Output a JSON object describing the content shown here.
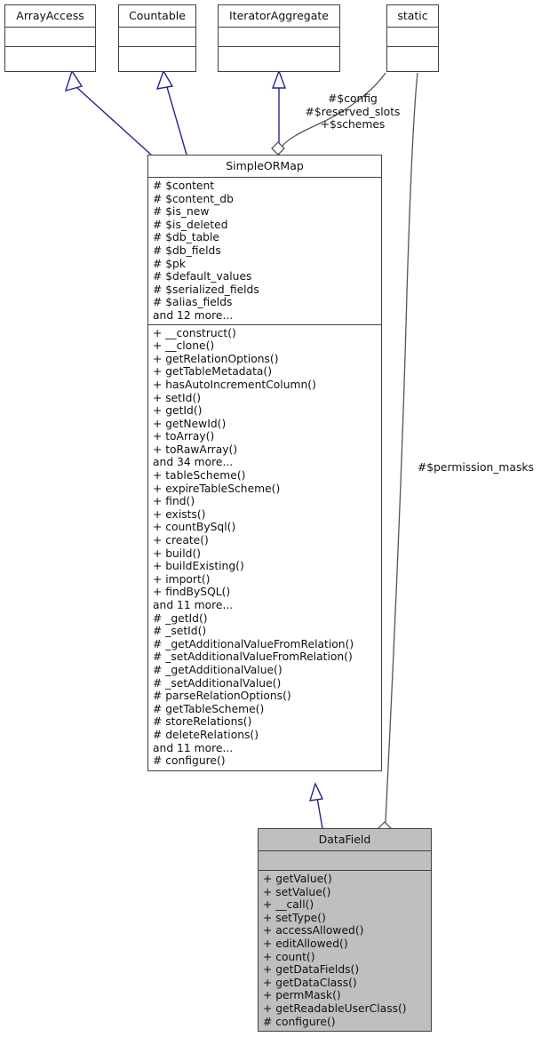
{
  "diagram": {
    "type": "uml-class-diagram",
    "colors": {
      "inheritance_arrow": "#24248f",
      "aggregation_line": "#555555",
      "class_border": "#404040",
      "class_fill_default": "#ffffff",
      "class_fill_highlight": "#bfbfbf",
      "text": "#101010",
      "background": "#ffffff"
    },
    "classes": [
      {
        "id": "arrayaccess",
        "name": "ArrayAccess",
        "attributes": [],
        "operations": [],
        "highlighted": false
      },
      {
        "id": "countable",
        "name": "Countable",
        "attributes": [],
        "operations": [],
        "highlighted": false
      },
      {
        "id": "iteratoraggregate",
        "name": "IteratorAggregate",
        "attributes": [],
        "operations": [],
        "highlighted": false
      },
      {
        "id": "static",
        "name": "static",
        "attributes": [],
        "operations": [],
        "highlighted": false
      },
      {
        "id": "simpleormap",
        "name": "SimpleORMap",
        "highlighted": false,
        "attributes": [
          "# $content",
          "# $content_db",
          "# $is_new",
          "# $is_deleted",
          "# $db_table",
          "# $db_fields",
          "# $pk",
          "# $default_values",
          "# $serialized_fields",
          "# $alias_fields",
          "and 12 more..."
        ],
        "operations": [
          "+ __construct()",
          "+ __clone()",
          "+ getRelationOptions()",
          "+ getTableMetadata()",
          "+ hasAutoIncrementColumn()",
          "+ setId()",
          "+ getId()",
          "+ getNewId()",
          "+ toArray()",
          "+ toRawArray()",
          "and 34 more...",
          "+ tableScheme()",
          "+ expireTableScheme()",
          "+ find()",
          "+ exists()",
          "+ countBySql()",
          "+ create()",
          "+ build()",
          "+ buildExisting()",
          "+ import()",
          "+ findBySQL()",
          "and 11 more...",
          "# _getId()",
          "# _setId()",
          "# _getAdditionalValueFromRelation()",
          "# _setAdditionalValueFromRelation()",
          "# _getAdditionalValue()",
          "# _setAdditionalValue()",
          "# parseRelationOptions()",
          "# getTableScheme()",
          "# storeRelations()",
          "# deleteRelations()",
          "and 11 more...",
          "# configure()"
        ]
      },
      {
        "id": "datafield",
        "name": "DataField",
        "highlighted": true,
        "attributes": [],
        "operations": [
          "+ getValue()",
          "+ setValue()",
          "+ __call()",
          "+ setType()",
          "+ accessAllowed()",
          "+ editAllowed()",
          "+ count()",
          "+ getDataFields()",
          "+ getDataClass()",
          "+ permMask()",
          "+ getReadableUserClass()",
          "# configure()"
        ]
      }
    ],
    "edges": [
      {
        "id": "edge-arrayaccess-simpleormap",
        "kind": "inheritance",
        "from": "simpleormap",
        "to": "arrayaccess",
        "label": ""
      },
      {
        "id": "edge-countable-simpleormap",
        "kind": "inheritance",
        "from": "simpleormap",
        "to": "countable",
        "label": ""
      },
      {
        "id": "edge-iteratoraggregate-simpleormap",
        "kind": "inheritance",
        "from": "simpleormap",
        "to": "iteratoraggregate",
        "label": ""
      },
      {
        "id": "edge-static-simpleormap",
        "kind": "aggregation",
        "from": "simpleormap",
        "to": "static",
        "label_lines": [
          "#$config",
          "#$reserved_slots",
          "+$schemes"
        ]
      },
      {
        "id": "edge-simpleormap-datafield",
        "kind": "inheritance",
        "from": "datafield",
        "to": "simpleormap",
        "label": ""
      },
      {
        "id": "edge-static-datafield",
        "kind": "aggregation",
        "from": "datafield",
        "to": "static",
        "label": "#$permission_masks"
      }
    ]
  }
}
